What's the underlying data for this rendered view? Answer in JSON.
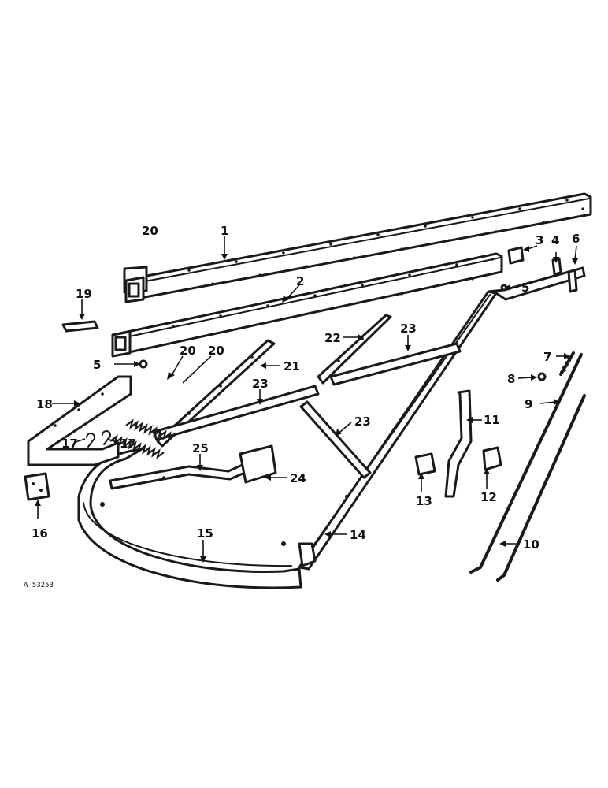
{
  "figure": {
    "drawing_number": "A-53253",
    "callouts": [
      {
        "id": "c1",
        "text": "1"
      },
      {
        "id": "c2",
        "text": "2"
      },
      {
        "id": "c3",
        "text": "3"
      },
      {
        "id": "c4",
        "text": "4"
      },
      {
        "id": "c5a",
        "text": "5"
      },
      {
        "id": "c5b",
        "text": "5"
      },
      {
        "id": "c6",
        "text": "6"
      },
      {
        "id": "c7",
        "text": "7"
      },
      {
        "id": "c8",
        "text": "8"
      },
      {
        "id": "c9",
        "text": "9"
      },
      {
        "id": "c10",
        "text": "10"
      },
      {
        "id": "c11",
        "text": "11"
      },
      {
        "id": "c12",
        "text": "12"
      },
      {
        "id": "c13",
        "text": "13"
      },
      {
        "id": "c14",
        "text": "14"
      },
      {
        "id": "c15",
        "text": "15"
      },
      {
        "id": "c16",
        "text": "16"
      },
      {
        "id": "c17a",
        "text": "17"
      },
      {
        "id": "c17b",
        "text": "17"
      },
      {
        "id": "c18",
        "text": "18"
      },
      {
        "id": "c19",
        "text": "19"
      },
      {
        "id": "c20a",
        "text": "20"
      },
      {
        "id": "c20b",
        "text": "20"
      },
      {
        "id": "c20c",
        "text": "20"
      },
      {
        "id": "c21",
        "text": "21"
      },
      {
        "id": "c22",
        "text": "22"
      },
      {
        "id": "c23a",
        "text": "23"
      },
      {
        "id": "c23b",
        "text": "23"
      },
      {
        "id": "c23c",
        "text": "23"
      },
      {
        "id": "c24",
        "text": "24"
      },
      {
        "id": "c25",
        "text": "25"
      }
    ]
  }
}
